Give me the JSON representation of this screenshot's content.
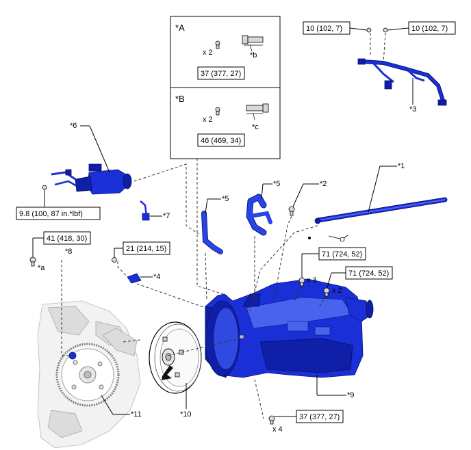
{
  "callouts": {
    "c1": "*1",
    "c2": "*2",
    "c3": "*3",
    "c4": "*4",
    "c5a": "*5",
    "c5b": "*5",
    "c6": "*6",
    "c7": "*7",
    "c8": "*8",
    "c9": "*9",
    "c10": "*10",
    "c11": "*11",
    "ca": "*a",
    "cb": "*b",
    "cc": "*c"
  },
  "inset": {
    "sectionA": "*A",
    "sectionB": "*B"
  },
  "torques": {
    "t10a": "10 (102, 7)",
    "t10b": "10 (102, 7)",
    "t37a": "37 (377, 27)",
    "t46": "46 (469, 34)",
    "t98": "9.8 (100, 87 in.*lbf)",
    "t41": "41 (418, 30)",
    "t21": "21 (214, 15)",
    "t71a": "71 (724, 52)",
    "t71b": "71 (724, 52)",
    "t37b": "37 (377, 27)"
  },
  "quantities": {
    "qA": "x 2",
    "qB": "x 2",
    "q71a": "x 3",
    "q71b": "x 2",
    "q37b": "x 4"
  },
  "colors": {
    "part": "#1a2fd6",
    "part_dark": "#0f1fa8",
    "engine_grey": "#f2f2f2"
  }
}
